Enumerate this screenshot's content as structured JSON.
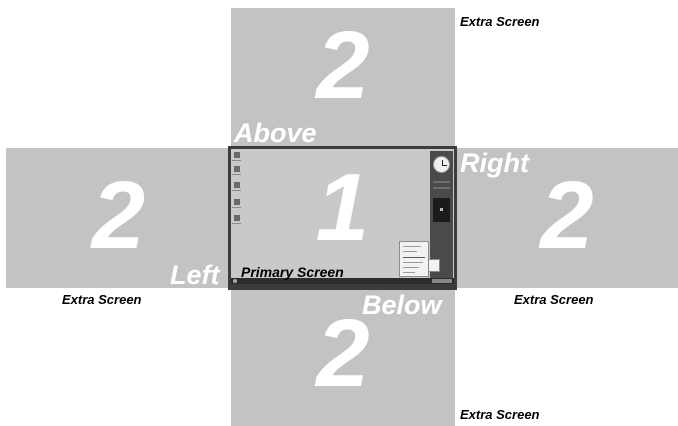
{
  "screens": {
    "above": {
      "number": "2",
      "position_label": "Above",
      "caption": "Extra Screen"
    },
    "left": {
      "number": "2",
      "position_label": "Left",
      "caption": "Extra Screen"
    },
    "right": {
      "number": "2",
      "position_label": "Right",
      "caption": "Extra Screen"
    },
    "below": {
      "number": "2",
      "position_label": "Below",
      "caption": "Extra Screen"
    },
    "primary": {
      "number": "1",
      "caption": "Primary Screen"
    }
  },
  "colors": {
    "extra_screen_fill": "#c3c3c3",
    "primary_bezel": "#3c3c3c",
    "number_text": "#ffffff",
    "caption_text": "#000000"
  },
  "primary_desktop": {
    "gadgets": [
      "clock-gadget",
      "slideshow-gadget"
    ],
    "has_context_menu": true,
    "has_taskbar": true
  }
}
